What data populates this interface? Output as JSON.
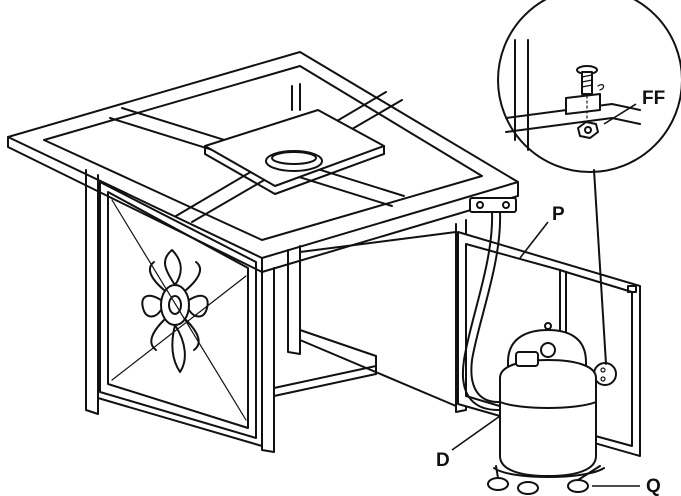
{
  "diagram": {
    "labels": {
      "ff": "FF",
      "p": "P",
      "d": "D",
      "q": "Q"
    }
  }
}
